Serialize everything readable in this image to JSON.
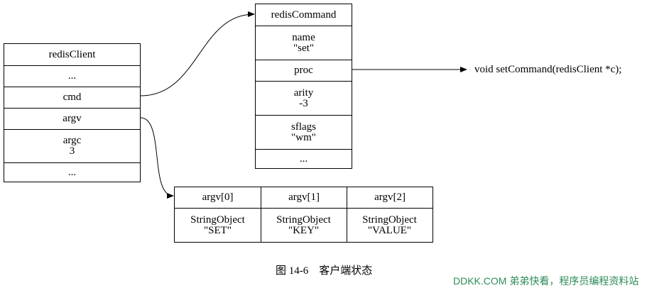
{
  "redis_client": {
    "title": "redisClient",
    "fields": [
      {
        "lines": [
          "..."
        ]
      },
      {
        "lines": [
          "cmd"
        ]
      },
      {
        "lines": [
          "argv"
        ]
      },
      {
        "lines": [
          "argc",
          "3"
        ]
      },
      {
        "lines": [
          "..."
        ]
      }
    ]
  },
  "redis_command": {
    "title": "redisCommand",
    "fields": [
      {
        "lines": [
          "name",
          "\"set\""
        ]
      },
      {
        "lines": [
          "proc"
        ]
      },
      {
        "lines": [
          "arity",
          "-3"
        ]
      },
      {
        "lines": [
          "sflags",
          "\"wm\""
        ]
      },
      {
        "lines": [
          "..."
        ]
      }
    ]
  },
  "proc_target": "void setCommand(redisClient *c);",
  "argv_array": {
    "columns": [
      {
        "header": "argv[0]",
        "lines": [
          "StringObject",
          "\"SET\""
        ]
      },
      {
        "header": "argv[1]",
        "lines": [
          "StringObject",
          "\"KEY\""
        ]
      },
      {
        "header": "argv[2]",
        "lines": [
          "StringObject",
          "\"VALUE\""
        ]
      }
    ]
  },
  "caption": "图 14-6    客户端状态",
  "watermark": "DDKK.COM 弟弟快看，程序员编程资料站"
}
